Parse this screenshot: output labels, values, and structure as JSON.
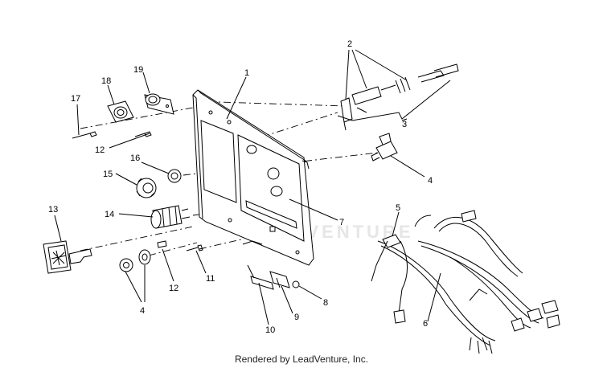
{
  "watermark": "LEADVENTURE",
  "footer": "Rendered by LeadVenture, Inc.",
  "callouts": {
    "c1": "1",
    "c2": "2",
    "c3": "3",
    "c4a": "4",
    "c4b": "4",
    "c5": "5",
    "c6": "6",
    "c7": "7",
    "c8": "8",
    "c9": "9",
    "c10": "10",
    "c11": "11",
    "c12a": "12",
    "c12b": "12",
    "c13": "13",
    "c14": "14",
    "c15": "15",
    "c16": "16",
    "c17": "17",
    "c18": "18",
    "c19": "19"
  }
}
